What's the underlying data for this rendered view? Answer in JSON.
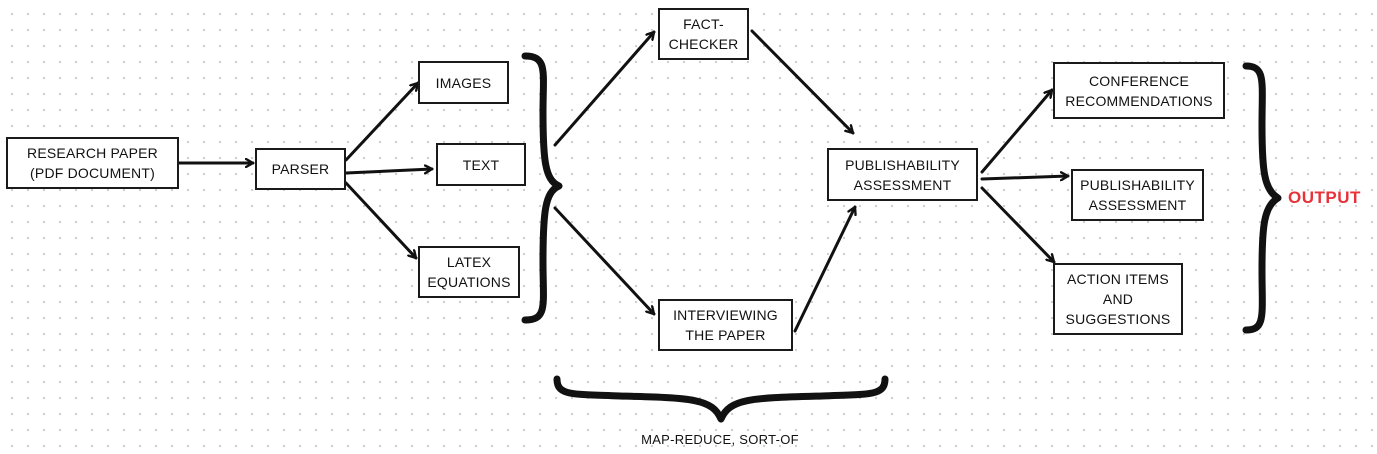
{
  "nodes": {
    "research_paper": "RESEARCH PAPER\n(PDF DOCUMENT)",
    "parser": "PARSER",
    "images": "IMAGES",
    "text": "TEXT",
    "latex_equations": "LATEX\nEQUATIONS",
    "fact_checker": "FACT-\nCHECKER",
    "interviewing": "INTERVIEWING\nTHE PAPER",
    "publishability_assessment": "PUBLISHABILITY\nASSESSMENT",
    "conference_recommendations": "CONFERENCE\nRECOMMENDATIONS",
    "publishability_output": "PUBLISHABILITY\nASSESSMENT",
    "action_items": "ACTION ITEMS\nAND\nSUGGESTIONS"
  },
  "labels": {
    "map_reduce": "MAP-REDUCE, SORT-OF",
    "output": "OUTPUT"
  },
  "colors": {
    "output": "#e8323a",
    "stroke": "#111111"
  }
}
